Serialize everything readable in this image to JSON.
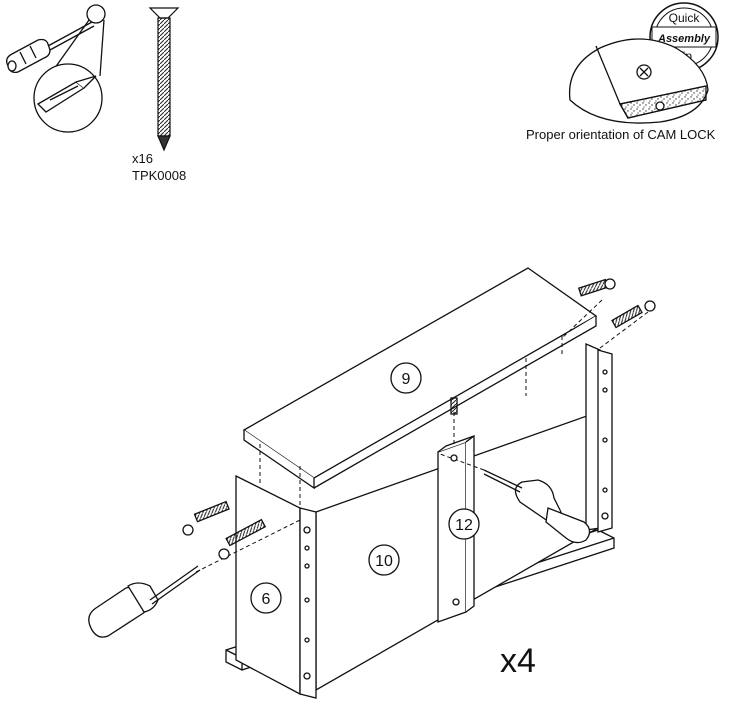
{
  "hardware": {
    "quantity": "x16",
    "part_code": "TPK0008"
  },
  "badge": {
    "line1": "Quick",
    "line2": "Assembly",
    "line3": "Tip"
  },
  "cam_lock": {
    "caption": "Proper orientation of CAM LOCK"
  },
  "panels": {
    "top": "9",
    "back": "10",
    "side": "6",
    "divider": "12"
  },
  "repeat": "x4"
}
